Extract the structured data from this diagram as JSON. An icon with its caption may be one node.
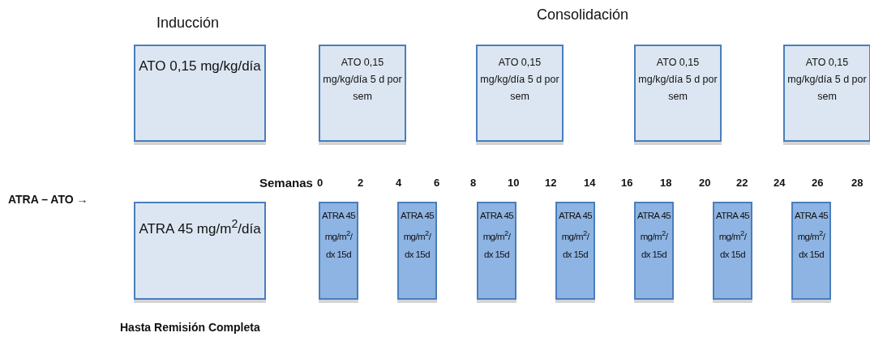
{
  "diagram": {
    "nodes": [
      {
        "text": [
          "ATO 0,15 mg/kg/día"
        ]
      },
      {
        "text": [
          "ATO 0,15 mg/kg/día  5 d por sem"
        ]
      },
      {
        "text": [
          "ATO 0,15 mg/kg/día  5 d por sem"
        ]
      },
      {
        "text": [
          "ATO 0,15 mg/kg/día  5 d por sem"
        ]
      },
      {
        "text": [
          "ATO 0,15 mg/kg/día  5 d por sem"
        ]
      },
      {
        "text": [
          "ATRA 45 mg/m$^{2}$/día"
        ]
      },
      {
        "text": [
          "ATRA 45 mg/m$^{2}$/ dx 15d"
        ]
      },
      {
        "text": [
          "ATRA 45 mg/m$^{2}$/ dx 15d"
        ]
      },
      {
        "text": [
          "ATRA 45 mg/m$^{2}$/ dx 15d"
        ]
      },
      {
        "text": [
          "ATRA 45 mg/m$^{2}$/ dx 15d"
        ]
      },
      {
        "text": [
          "ATRA 45 mg/m$^{2}$/ dx 15d"
        ]
      },
      {
        "text": [
          "ATRA 45 mg/m$^{2}$/ dx 15d"
        ]
      },
      {
        "text": [
          "ATRA 45 mg/m$^{2}$/ dx 15d"
        ]
      }
    ],
    "labels": [
      "Inducción",
      "Consolidación",
      "Semanas",
      "0",
      "2",
      "4",
      "6",
      "8",
      "10",
      "12",
      "14",
      "16",
      "18",
      "20",
      "22",
      "24",
      "26",
      "28",
      "ATRA – ATO →",
      "Hasta Remisión Completa"
    ]
  }
}
